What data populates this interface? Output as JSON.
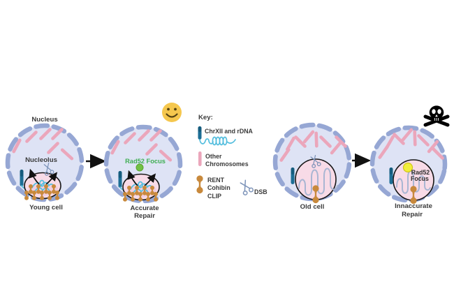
{
  "figure": {
    "young_cell": {
      "nucleus_label": "Nucleus",
      "nucleolus_label": "Nucleolus",
      "caption": "Young cell"
    },
    "accurate": {
      "rad52_label": "Rad52 Focus",
      "caption_line1": "Accurate",
      "caption_line2": "Repair"
    },
    "old_cell": {
      "caption": "Old cell"
    },
    "inaccurate": {
      "rad52_line1": "Rad52",
      "rad52_line2": "Focus",
      "caption_line1": "Innaccurate",
      "caption_line2": "Repair"
    }
  },
  "key": {
    "title": "Key:",
    "item_chrxii": "ChrXII and rDNA",
    "item_other_line1": "Other",
    "item_other_line2": "Chromosomes",
    "item_rent": "RENT",
    "item_cohibin": "Cohibin",
    "item_clip": "CLIP",
    "item_dsb": "DSB"
  },
  "colors": {
    "membrane": "#96a7d4",
    "cell_fill": "#dee3f5",
    "chromosome": "#eba6bb",
    "chrxii_bar": "#1d6e95",
    "rdna_cyan": "#54bede",
    "nucleolus_pink": "#f8dbe7",
    "protein_orange": "#c8893c",
    "rad52_green": "#72c144",
    "rad52_yellow": "#f2ef39",
    "smiley_yellow": "#f5c74e",
    "skull_black": "#000000",
    "green_text": "#3fae53",
    "label_text": "#3a3a3a",
    "old_rdna_gray": "#a9b6d3"
  }
}
